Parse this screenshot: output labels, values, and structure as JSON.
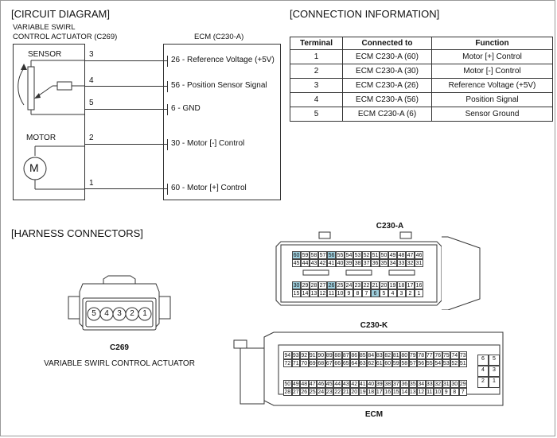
{
  "circuit": {
    "heading": "[CIRCUIT DIAGRAM]",
    "actuator_line1": "VARIABLE SWIRL",
    "actuator_line2": "CONTROL ACTUATOR (C269)",
    "ecm_title": "ECM (C230-A)",
    "sensor_label": "SENSOR",
    "motor_label": "MOTOR",
    "motor_symbol": "M",
    "pins": [
      "3",
      "4",
      "5",
      "2",
      "1"
    ],
    "signals": [
      "26 - Reference Voltage (+5V)",
      "56 - Position Sensor Signal",
      "6 - GND",
      "30 - Motor [-] Control",
      "60 - Motor [+] Control"
    ]
  },
  "connection": {
    "heading": "[CONNECTION INFORMATION]",
    "headers": [
      "Terminal",
      "Connected to",
      "Function"
    ],
    "rows": [
      [
        "1",
        "ECM C230-A (60)",
        "Motor [+] Control"
      ],
      [
        "2",
        "ECM C230-A (30)",
        "Motor [-] Control"
      ],
      [
        "3",
        "ECM C230-A (26)",
        "Reference Voltage (+5V)"
      ],
      [
        "4",
        "ECM C230-A (56)",
        "Position Signal"
      ],
      [
        "5",
        "ECM C230-A (6)",
        "Sensor Ground"
      ]
    ]
  },
  "harness": {
    "heading": "[HARNESS CONNECTORS]",
    "c269_pins": [
      "5",
      "4",
      "3",
      "2",
      "1"
    ],
    "c269_label": "C269",
    "c269_caption": "VARIABLE SWIRL CONTROL ACTUATOR",
    "c230a_label": "C230-A",
    "c230a_rows": [
      [
        "60",
        "59",
        "58",
        "57",
        "56",
        "55",
        "54",
        "53",
        "52",
        "51",
        "50",
        "49",
        "48",
        "47",
        "46"
      ],
      [
        "45",
        "44",
        "43",
        "42",
        "41",
        "40",
        "39",
        "38",
        "37",
        "36",
        "35",
        "34",
        "33",
        "32",
        "31"
      ],
      [
        "30",
        "29",
        "28",
        "27",
        "26",
        "25",
        "24",
        "23",
        "22",
        "21",
        "20",
        "19",
        "18",
        "17",
        "16"
      ],
      [
        "15",
        "14",
        "13",
        "12",
        "11",
        "10",
        "9",
        "8",
        "7",
        "6",
        "5",
        "4",
        "3",
        "2",
        "1"
      ]
    ],
    "c230a_highlight": [
      "60",
      "56",
      "30",
      "26",
      "6"
    ],
    "c230k_label": "C230-K",
    "c230k_rows": [
      [
        "94",
        "93",
        "92",
        "91",
        "90",
        "89",
        "88",
        "87",
        "86",
        "85",
        "84",
        "83",
        "82",
        "81",
        "80",
        "79",
        "78",
        "77",
        "76",
        "75",
        "74",
        "73"
      ],
      [
        "72",
        "71",
        "70",
        "69",
        "68",
        "67",
        "66",
        "65",
        "64",
        "63",
        "62",
        "61",
        "60",
        "59",
        "58",
        "57",
        "56",
        "55",
        "54",
        "53",
        "52",
        "51"
      ],
      [
        "50",
        "49",
        "48",
        "47",
        "46",
        "45",
        "44",
        "43",
        "42",
        "41",
        "40",
        "39",
        "38",
        "37",
        "36",
        "35",
        "34",
        "33",
        "32",
        "31",
        "30",
        "29"
      ],
      [
        "28",
        "27",
        "26",
        "25",
        "24",
        "23",
        "22",
        "21",
        "20",
        "19",
        "18",
        "17",
        "16",
        "15",
        "14",
        "13",
        "12",
        "11",
        "10",
        "9",
        "8",
        "7"
      ]
    ],
    "c230k_side": [
      [
        "6",
        "5"
      ],
      [
        "4",
        "3"
      ],
      [
        "2",
        "1"
      ]
    ],
    "ecm_label": "ECM"
  }
}
